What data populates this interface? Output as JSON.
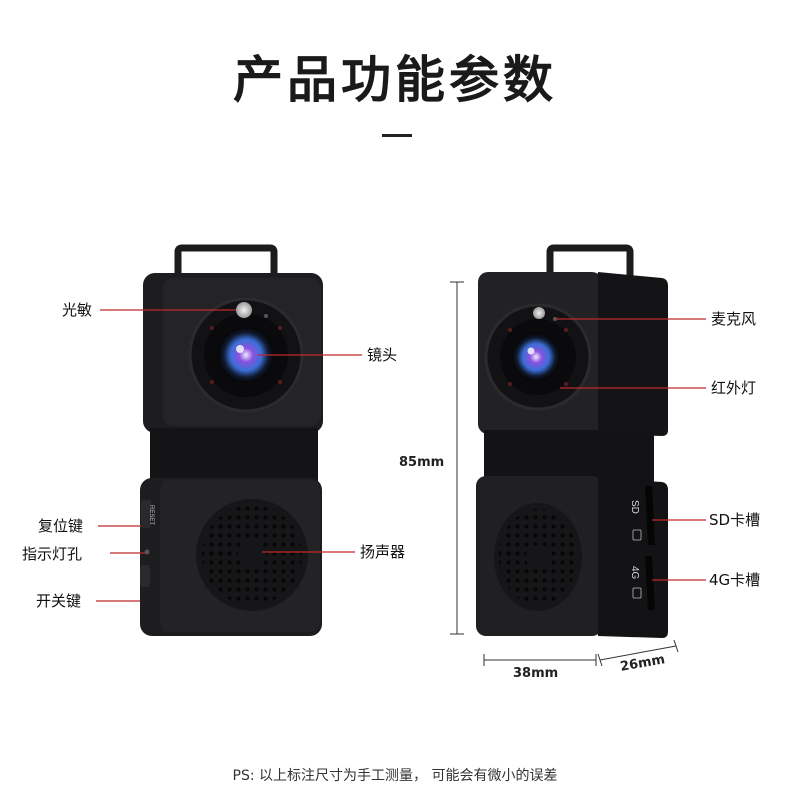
{
  "title": "产品功能参数",
  "left_callouts": {
    "light_sensor": "光敏",
    "reset_key": "复位键",
    "indicator_hole": "指示灯孔",
    "power_key": "开关键",
    "lens": "镜头",
    "speaker": "扬声器"
  },
  "right_callouts": {
    "microphone": "麦克风",
    "infrared_light": "红外灯",
    "sd_slot": "SD卡槽",
    "4g_slot": "4G卡槽"
  },
  "device_markings": {
    "reset_text": "RESET",
    "sd_text": "SD",
    "4g_text": "4G"
  },
  "dimensions": {
    "height": "85mm",
    "width": "38mm",
    "depth": "26mm"
  },
  "note": "PS: 以上标注尺寸为手工测量，   可能会有微小的误差",
  "colors": {
    "callout_line": "#c0282c",
    "device_body": "#1c1c1e",
    "lens_accent": "#7b3fd6"
  }
}
